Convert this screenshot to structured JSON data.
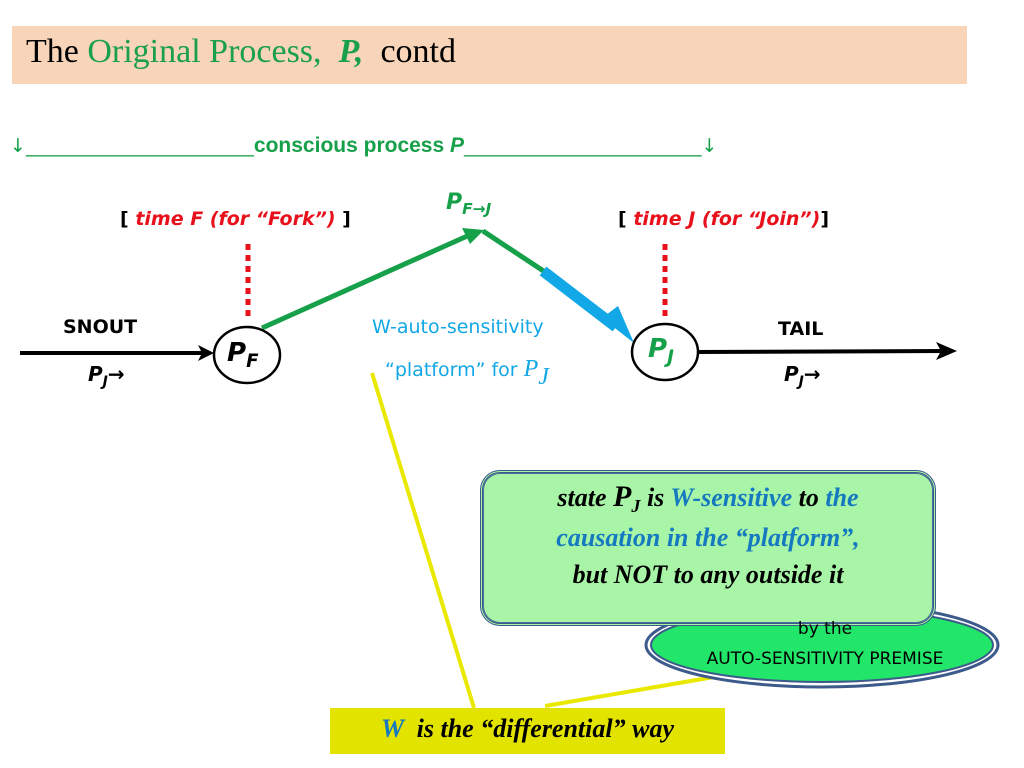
{
  "title": {
    "prefix": "The ",
    "highlight": "Original Process,",
    "symbol": "P,",
    "suffix": "contd"
  },
  "colors": {
    "title_bg": "#f8d5b8",
    "green": "#17a04a",
    "red": "#e8101a",
    "light_blue": "#12a7e6",
    "dark_blue": "#1579c0",
    "box_green": "#a8f5a8",
    "oval_green": "#22e66a",
    "yellow": "#e3e300"
  },
  "process_bar": {
    "left_arrow": "↓",
    "left_rule": "________________________",
    "label": "conscious process ",
    "label_symbol": "P",
    "right_rule": "_________________________",
    "right_arrow": "↓"
  },
  "fork": {
    "open": "[ ",
    "label": "time F  (for “Fork”)",
    "close": " ]"
  },
  "join": {
    "open": "[ ",
    "label": "time J  (for “Join”)",
    "close": "]"
  },
  "transition": {
    "base": "P",
    "sub": "F→J"
  },
  "snout": {
    "label": "SNOUT",
    "state_base": "P",
    "state_sub": "J",
    "state_arrow": "→"
  },
  "tail": {
    "label": "TAIL",
    "state_base": "P",
    "state_sub": "J",
    "state_arrow": "→"
  },
  "node_f": {
    "base": "P",
    "sub": "F"
  },
  "node_j": {
    "base": "P",
    "sub": "J"
  },
  "platform": {
    "line1": "W-auto-sensitivity",
    "line2": "“platform” for ",
    "line2_base": "P",
    "line2_sub": "J"
  },
  "state_box": {
    "l1_a": "state ",
    "l1_p": "P",
    "l1_sub": "J",
    "l1_b": " is ",
    "l1_w": "W-sensitive",
    "l1_c": " to ",
    "l1_d": "the",
    "l2": "causation in the “platform”,",
    "l3": "but NOT to any outside it"
  },
  "premise": {
    "line1": "by the",
    "line2": "AUTO-SENSITIVITY PREMISE"
  },
  "w_note": {
    "w": "W",
    "text": "  is the “differential” way"
  }
}
